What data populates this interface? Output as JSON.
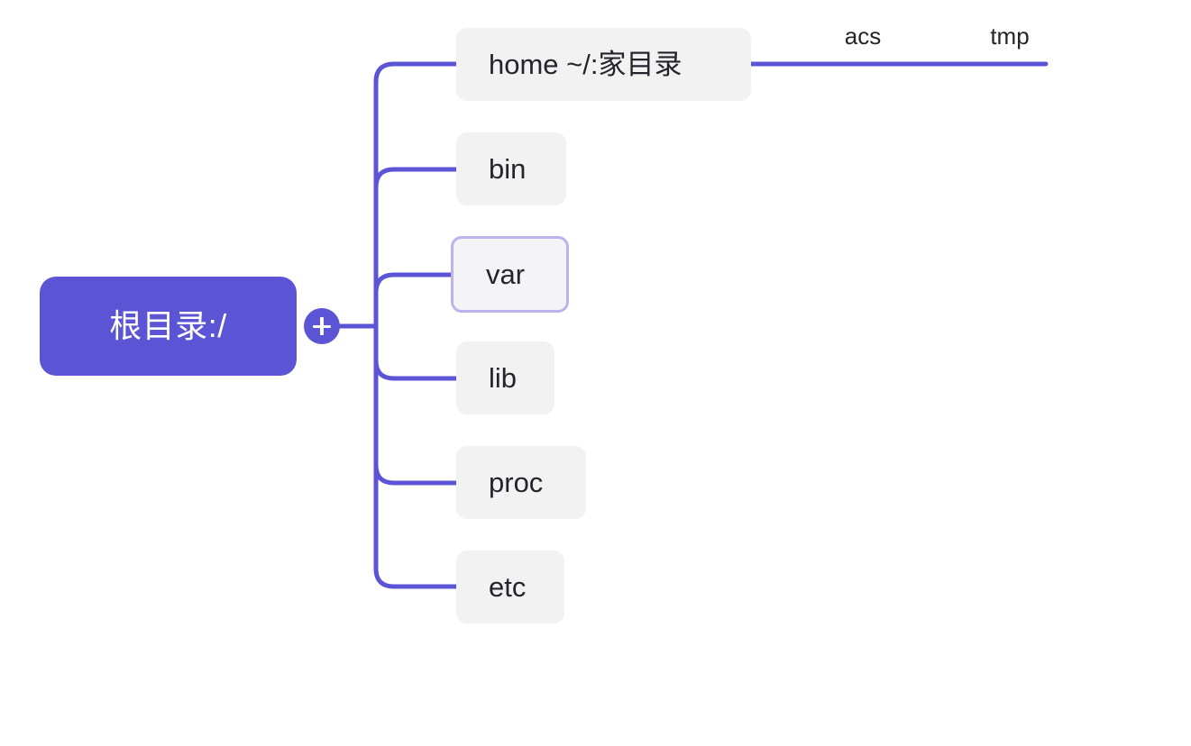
{
  "diagram": {
    "type": "mindmap-tree",
    "title": "Linux directory tree mind map",
    "colors": {
      "accent": "#5b55d6",
      "node_background": "#f2f2f3",
      "node_text": "#24242b",
      "selected_border": "#b9b4ec",
      "canvas_background": "#ffffff",
      "root_text": "#ffffff"
    },
    "root": {
      "label": "根目录:/",
      "expand_button": {
        "icon": "plus-icon",
        "state": "expanded"
      }
    },
    "children": [
      {
        "id": "home",
        "label": "home ~/:家目录",
        "selected": false
      },
      {
        "id": "bin",
        "label": "bin",
        "selected": false
      },
      {
        "id": "var",
        "label": "var",
        "selected": true
      },
      {
        "id": "lib",
        "label": "lib",
        "selected": false
      },
      {
        "id": "proc",
        "label": "proc",
        "selected": false
      },
      {
        "id": "etc",
        "label": "etc",
        "selected": false
      }
    ],
    "leaf_labels": [
      {
        "id": "acs",
        "label": "acs"
      },
      {
        "id": "tmp",
        "label": "tmp"
      }
    ]
  }
}
